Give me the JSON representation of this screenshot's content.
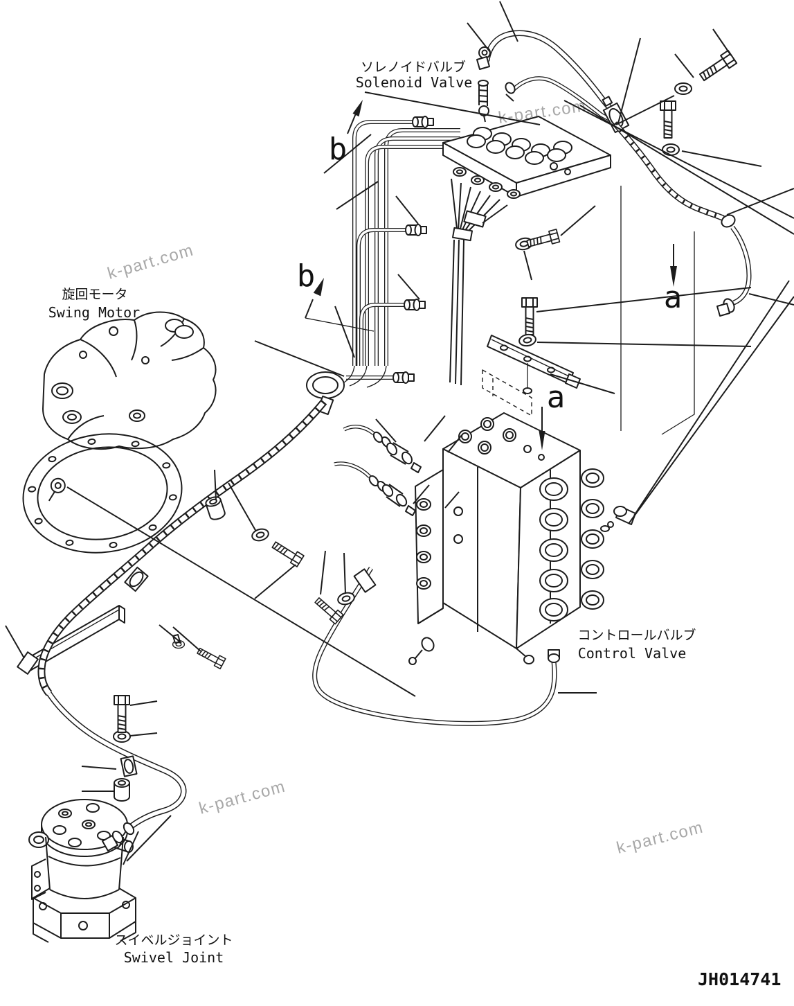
{
  "page": {
    "background": "#ffffff",
    "line_color": "#1c1c1c"
  },
  "watermark": {
    "text": "k-part.com",
    "color": "#a8a8a8"
  },
  "labels": {
    "solenoid_valve": {
      "jp": "ソレノイドバルブ",
      "en": "Solenoid Valve"
    },
    "swing_motor": {
      "jp": "旋回モータ",
      "en": "Swing Motor"
    },
    "control_valve": {
      "jp": "コントロールバルブ",
      "en": "Control Valve"
    },
    "swivel_joint": {
      "jp": "スイベルジョイント",
      "en": "Swivel Joint"
    }
  },
  "view_refs": {
    "a": "a",
    "b": "b"
  },
  "drawing_number": "JH014741"
}
